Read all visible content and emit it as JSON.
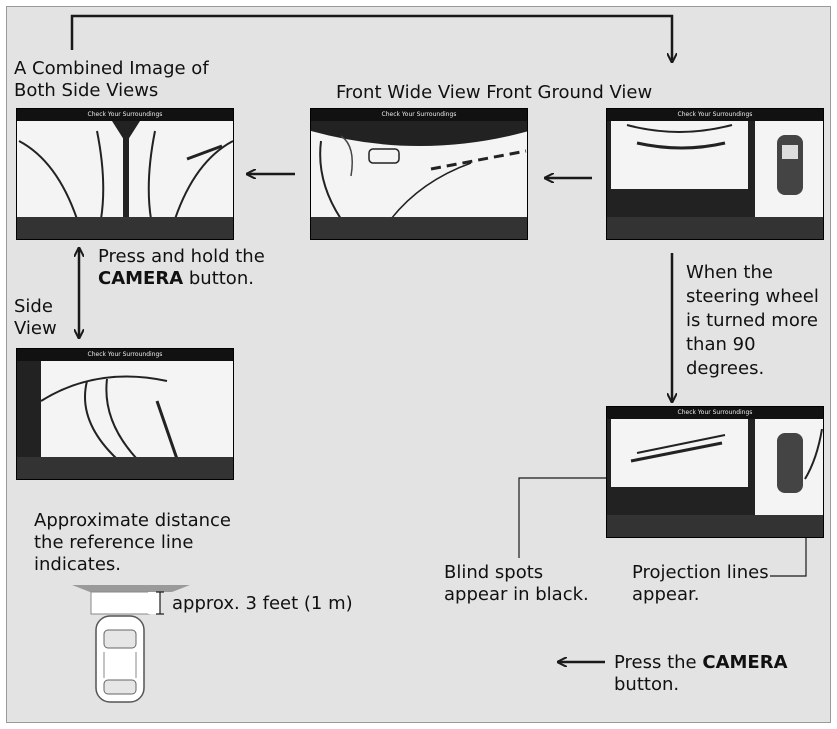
{
  "labels": {
    "combined_line1": "A Combined Image of",
    "combined_line2": "Both Side Views",
    "front_views": "Front Wide View Front Ground View",
    "press_hold_line1": "Press and hold the",
    "press_hold_camera": "CAMERA",
    "press_hold_button": " button.",
    "side_line1": "Side",
    "side_line2": "View",
    "steer_lines": [
      "When the",
      "steering wheel",
      "is turned more",
      "than 90",
      "degrees."
    ],
    "approx_lines": [
      "Approximate distance",
      "the reference line",
      "indicates."
    ],
    "approx_value": "approx. 3 feet (1 m)",
    "blind_lines": [
      "Blind spots",
      "appear in black."
    ],
    "proj_lines": [
      "Projection lines",
      "appear."
    ],
    "press_camera_prefix": "Press the ",
    "press_camera_bold": "CAMERA",
    "press_camera_suffix": "button."
  },
  "screens": {
    "topbar_text": "Check Your Surroundings"
  },
  "colors": {
    "panel": "#e3e3e3",
    "screen_dark": "#222222",
    "arrow": "#1a1a1a"
  }
}
